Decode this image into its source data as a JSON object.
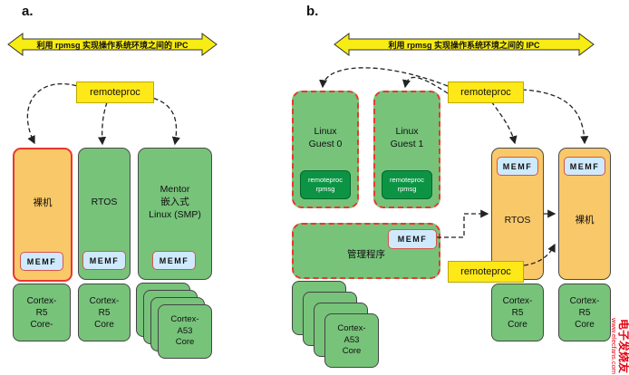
{
  "panel_a": {
    "label": "a.",
    "banner": "利用 rpmsg 实现操作系统环境之间的 IPC",
    "remoteproc_label": "remoteproc",
    "os_boxes": [
      {
        "title": "裸机",
        "memf": "MEMF"
      },
      {
        "title": "RTOS",
        "memf": "MEMF"
      },
      {
        "title": "Mentor\n嵌入式\nLinux (SMP)",
        "memf": "MEMF"
      }
    ],
    "cores": [
      {
        "label": "Cortex-\nR5\nCore-"
      },
      {
        "label": "Cortex-\nR5\nCore"
      },
      {
        "label": "Cortex-\nA53\nCore"
      }
    ]
  },
  "panel_b": {
    "label": "b.",
    "banner": "利用 rpmsg 实现操作系统环境之间的 IPC",
    "remoteproc_top_label": "remoteproc",
    "remoteproc_bottom_label": "remoteproc",
    "guests": [
      {
        "title": "Linux\nGuest 0",
        "badge": "remoteproc\nrpmsg"
      },
      {
        "title": "Linux\nGuest 1",
        "badge": "remoteproc\nrpmsg"
      }
    ],
    "hypervisor": {
      "title": "管理程序",
      "memf": "MEMF"
    },
    "os_columns": [
      {
        "title": "RTOS",
        "memf": "MEMF"
      },
      {
        "title": "裸机",
        "memf": "MEMF"
      }
    ],
    "cores": {
      "a53": "Cortex-\nA53\nCore",
      "r5_rtos": "Cortex-\nR5\nCore",
      "r5_bare": "Cortex-\nR5\nCore"
    }
  },
  "watermark": {
    "brand": "电子发烧友",
    "site": "www.elecfans.com"
  },
  "colors": {
    "banner_yellow": "#f7ec13",
    "remoteproc_yellow": "#ffe817",
    "green": "#77c37a",
    "dark_green_badge": "#0c9444",
    "orange": "#f9c869",
    "memf_blue": "#cfeafd",
    "red_border": "#e8382d",
    "watermark_red": "#e60012"
  }
}
